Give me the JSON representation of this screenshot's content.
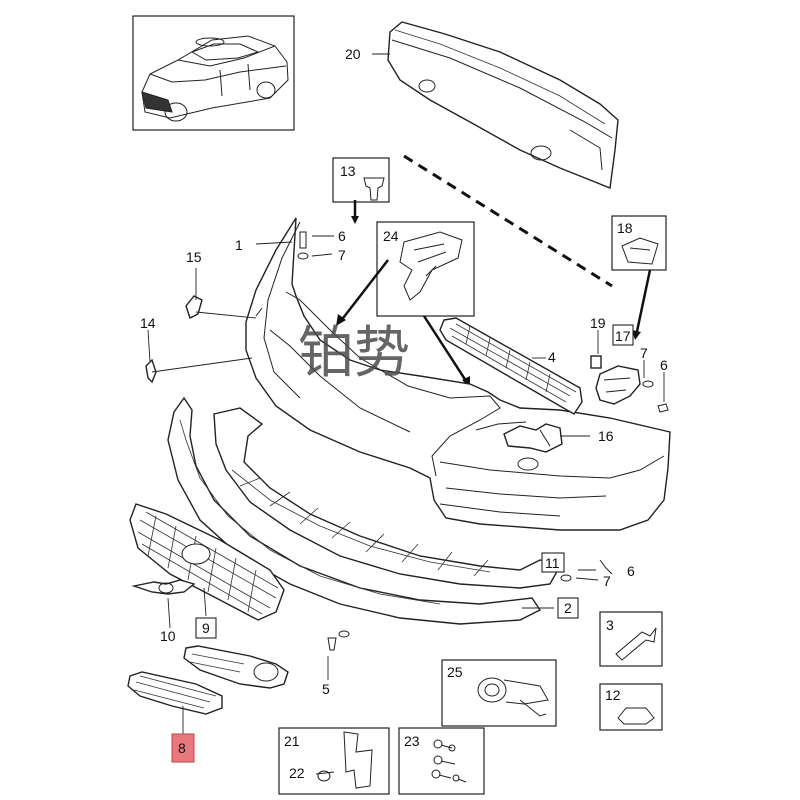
{
  "watermark": "铂势",
  "callouts": {
    "c1": "1",
    "c2": "2",
    "c3": "3",
    "c4": "4",
    "c5": "5",
    "c6a": "6",
    "c6b": "6",
    "c6c": "6",
    "c7a": "7",
    "c7b": "7",
    "c7c": "7",
    "c8": "8",
    "c9": "9",
    "c10": "10",
    "c11": "11",
    "c12": "12",
    "c13": "13",
    "c14": "14",
    "c15": "15",
    "c16": "16",
    "c17": "17",
    "c18": "18",
    "c19": "19",
    "c20": "20",
    "c21": "21",
    "c22": "22",
    "c23": "23",
    "c24": "24",
    "c25": "25"
  },
  "colors": {
    "highlight": "#e8787c",
    "line": "#222222"
  }
}
